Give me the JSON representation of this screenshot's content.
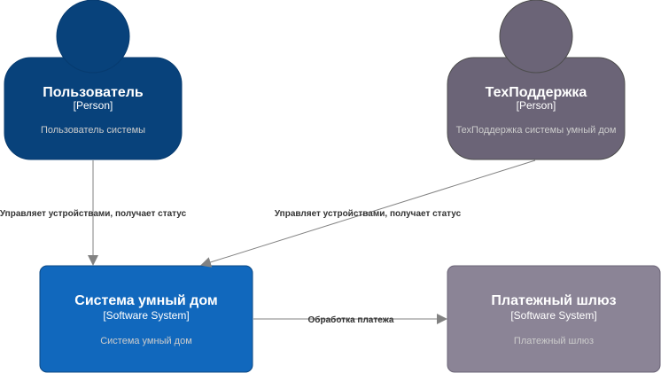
{
  "colors": {
    "user": "#08427b",
    "user_stroke": "#073b6f",
    "support": "#6b6477",
    "support_stroke": "#4d4d4d",
    "system": "#1168bd",
    "system_stroke": "#0b4884",
    "gateway": "#8b8496",
    "gateway_stroke": "#6b6477",
    "edge": "#828282",
    "text_light": "#ffffff",
    "text_muted": "#cccccc"
  },
  "nodes": {
    "user": {
      "title": "Пользователь",
      "type": "[Person]",
      "description": "Пользователь системы"
    },
    "support": {
      "title": "ТехПоддержка",
      "type": "[Person]",
      "description": "ТехПоддержка системы умный дом"
    },
    "smart_home": {
      "title": "Система умный дом",
      "type": "[Software System]",
      "description": "Система умный дом"
    },
    "payment_gateway": {
      "title": "Платежный шлюз",
      "type": "[Software System]",
      "description": "Платежный шлюз"
    }
  },
  "edges": {
    "user_to_system": {
      "label": "Управляет устройствами, получает статус"
    },
    "support_to_system": {
      "label": "Управляет устройствами, получает статус"
    },
    "system_to_gateway": {
      "label": "Обработка платежа"
    }
  }
}
